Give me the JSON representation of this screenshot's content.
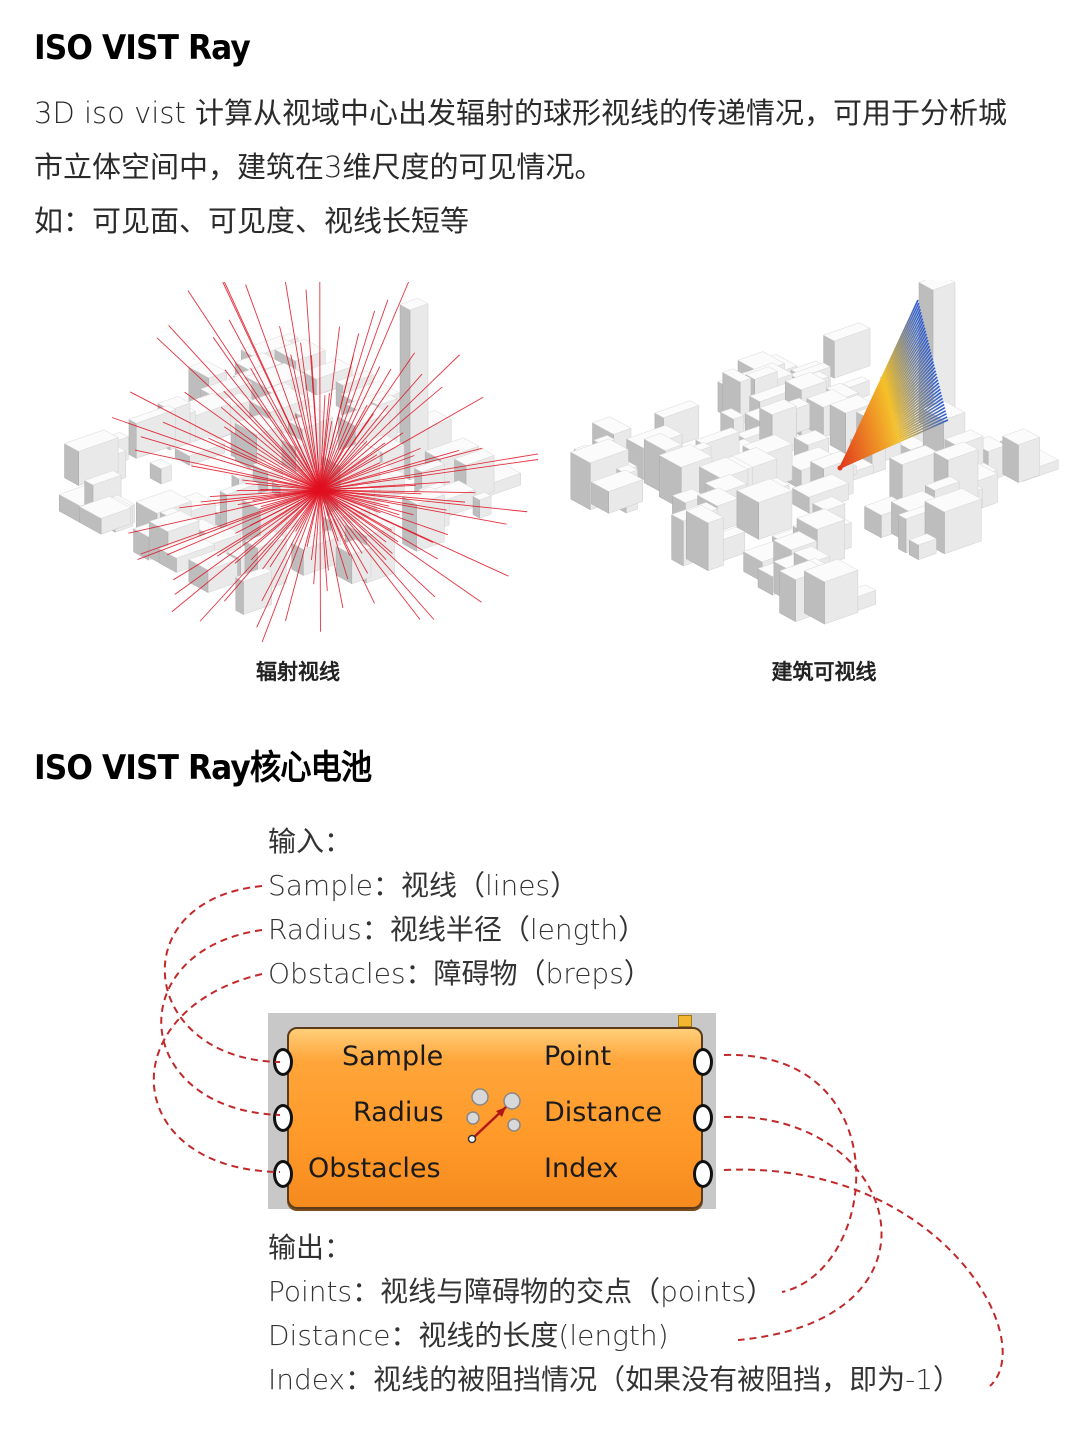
{
  "section1": {
    "title": "ISO VIST Ray",
    "intro_lines": [
      "3D iso vist 计算从视域中心出发辐射的球形视线的传递情况，可用于分析城",
      "市立体空间中，建筑在3维尺度的可见情况。",
      "如：可见面、可见度、视线长短等"
    ],
    "figures": [
      {
        "caption": "辐射视线",
        "ray_color": "#e01020"
      },
      {
        "caption": "建筑可视线",
        "ray_colors": [
          "#2a5cd6",
          "#f5c12a",
          "#e0341c"
        ]
      }
    ]
  },
  "section2": {
    "title": "ISO VIST Ray核心电池",
    "inputs_heading": "输入：",
    "inputs": [
      "Sample：视线（lines）",
      "Radius：视线半径（length）",
      "Obstacles：障碍物（breps）"
    ],
    "component": {
      "inputs": [
        "Sample",
        "Radius",
        "Obstacles"
      ],
      "outputs": [
        "Point",
        "Distance",
        "Index"
      ],
      "body_color": "#ff9a2a",
      "wire_color": "#c0282a"
    },
    "outputs_heading": "输出：",
    "outputs": [
      "Points：视线与障碍物的交点（points）",
      "Distance：视线的长度(length)",
      "Index：视线的被阻挡情况（如果没有被阻挡，即为-1）"
    ]
  }
}
